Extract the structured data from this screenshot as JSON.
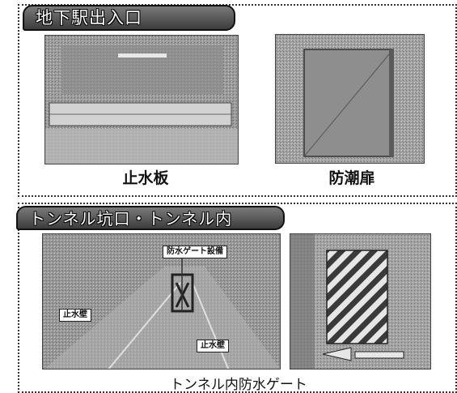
{
  "section1": {
    "title": "地下駅出入口",
    "photo_left_caption": "止水板",
    "photo_right_caption": "防潮扉"
  },
  "section2": {
    "title": "トンネル坑口・トンネル内",
    "gate_callout": "防水ゲート設備",
    "left_wall_label": "止水壁",
    "right_wall_label": "止水壁",
    "caption": "トンネル内防水ゲート"
  },
  "colors": {
    "label_bg": "#555555",
    "photo_gray": "#a8a8a8",
    "gate_stripe": "#3a3a3a"
  }
}
